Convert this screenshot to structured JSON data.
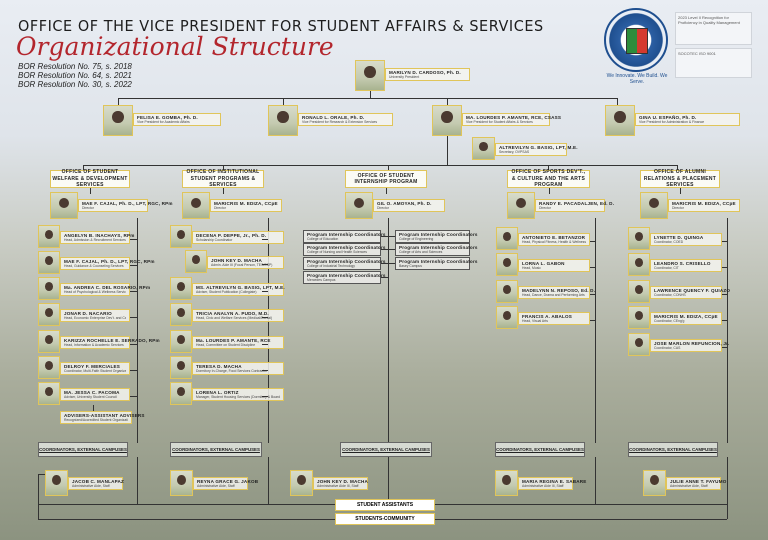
{
  "header": {
    "title": "OFFICE OF THE VICE PRESIDENT FOR STUDENT AFFAIRS & SERVICES",
    "subtitle": "Organizational Structure",
    "resolutions": [
      "BOR Resolution No. 75, s. 2018",
      "BOR Resolution No. 64, s. 2021",
      "BOR Resolution No. 30, s. 2022"
    ],
    "logo_text": "SAMAR STATE UNIVERSITY",
    "tagline": "We Innovate. We Build. We Serve.",
    "cert1": "2023 Level II Recognition for Proficiency in Quality Management",
    "cert2": "SOCOTEC ISO 9001"
  },
  "colors": {
    "accent_gold": "#e0c55a",
    "title_red": "#b3262d"
  },
  "president": {
    "name": "MARILYN D. CARDOSO, Ph. D.",
    "role": "University President"
  },
  "vps": [
    {
      "name": "FELISA E. GOMBA, Ph. D.",
      "role": "Vice President for Academic Affairs"
    },
    {
      "name": "RONALD L. ORALE, Ph. D.",
      "role": "Vice President for Research & Extension Services"
    },
    {
      "name": "MA. LOURDES P. AMANTE, RCE, CSASS",
      "role": "Vice President for Student Affairs & Services"
    },
    {
      "name": "GINA U. ESPAÑO, Ph. D.",
      "role": "Vice President for Administration & Finance"
    }
  ],
  "secretary": {
    "name": "ALTREVILYN G. BASIG, LPT, M.E.",
    "role": "Secretary, OVPSAS"
  },
  "offices": [
    {
      "title": "OFFICE OF STUDENT WELFARE & DEVELOPMENT SERVICES",
      "director": {
        "name": "MAE F. CAJAL, Ph. D., LPT, RGC, RPm",
        "role": "Director"
      },
      "staff": [
        {
          "name": "ANGELYN B. INACHAYS, RPm",
          "role": "Head, Admission & Recruitment Services"
        },
        {
          "name": "MAE F. CAJAL, Ph. D., LPT, RGC, RPm",
          "role": "Head, Guidance & Counseling Services"
        },
        {
          "name": "Ma. ANDREA C. DEL ROSARIO, RPm",
          "role": "Head of Psychological & Wellness Services"
        },
        {
          "name": "JONAR D. NACARIO",
          "role": "Head, Economic Enterprise Dev't. and Career Services"
        },
        {
          "name": "KARIZZA ROCHELLE E. SERRADO, RPm",
          "role": "Head, Information & Academic Services"
        },
        {
          "name": "DELROY F. MERCIALES",
          "role": "Coordinator, Multi-Faith Student Organization & Students with Special Needs and PWDS"
        },
        {
          "name": "MA. JESSA C. PACOMA",
          "role": "Adviser, University Student Council"
        }
      ],
      "advisers": {
        "name": "ADVISERS-ASSISTANT ADVISERS",
        "role": "Recognized/Accredited Student Organizations (Academic, Cultural, & Socio-Community-Oriented Program)"
      }
    },
    {
      "title": "OFFICE OF INSTITUTIONAL STUDENT PROGRAMS & SERVICES",
      "director": {
        "name": "MARICRIS M. EDIZA, CCpE",
        "role": "Director"
      },
      "staff": [
        {
          "name": "DECENA P. DEPPE, Jr., Ph. D.",
          "role": "Scholarship Coordinator"
        },
        {
          "name": "JOHN KEY D. MACHA",
          "role": "Admin. Aide III (Focal Person, TES/CSP)"
        },
        {
          "name": "MS. ALTREVILYN G. BASIG, LPT, M.E.",
          "role": "Adviser, Student Publication (Collegiate)"
        },
        {
          "name": "TRICIA ANALYN A. PUDO, M.D.",
          "role": "Head, Civic and Welfare Services (Medical/Dental)"
        },
        {
          "name": "Ma. LOURDES P. AMANTE, RCE",
          "role": "Head, Committee on Student Discipline"
        },
        {
          "name": "TERESA D. MACHA",
          "role": "Dormitory In-Charge, Food Services Contractor"
        },
        {
          "name": "LORENA L. ORTIZ",
          "role": "Manager, Student Housing Services (Dormitory & Boarding House)"
        }
      ]
    },
    {
      "title": "OFFICE OF STUDENT INTERNSHIP PROGRAM",
      "director": {
        "name": "GIL O. AMOYAN, Ph. D.",
        "role": "Director"
      },
      "coordinators_left": [
        {
          "name": "Program Internship Coordinators",
          "role": "College of Education"
        },
        {
          "name": "Program Internship Coordinators",
          "role": "College of Nursing and Health Sciences"
        },
        {
          "name": "Program Internship Coordinators",
          "role": "College of Industrial Technology"
        },
        {
          "name": "Program Internship Coordinators",
          "role": "Mercedes Campus"
        }
      ],
      "coordinators_right": [
        {
          "name": "Program Internship Coordinators",
          "role": "College of Engineering"
        },
        {
          "name": "Program Internship Coordinators",
          "role": "College of Arts and Sciences"
        },
        {
          "name": "Program Internship Coordinators",
          "role": "Basey Campus"
        }
      ]
    },
    {
      "title": "OFFICE OF SPORTS DEV'T., & CULTURE AND THE ARTS PROGRAM",
      "director": {
        "name": "RANDY E. PACADALJEN, Ed. D.",
        "role": "Director"
      },
      "staff": [
        {
          "name": "ANTONIETO E. BETANZOR",
          "role": "Head, Physical Fitness, Health & Wellness Program"
        },
        {
          "name": "LORNA L. GABON",
          "role": "Head, Music"
        },
        {
          "name": "MADELYNN N. REPOSO, Ed. D.",
          "role": "Head, Dance, Drama and Performing Arts"
        },
        {
          "name": "FRANCIS A. ABALOS",
          "role": "Head, Visual Arts"
        }
      ]
    },
    {
      "title": "OFFICE OF ALUMNI RELATIONS & PLACEMENT SERVICES",
      "director": {
        "name": "MARICRIS M. EDIZA, CCpE",
        "role": "Director"
      },
      "staff": [
        {
          "name": "LYNETTE D. QUINGA",
          "role": "Coordinator, COED"
        },
        {
          "name": "LEANDRO S. CRISELLO",
          "role": "Coordinator, CIT"
        },
        {
          "name": "LAWRENCE QUENCY F. QUIAZO",
          "role": "Coordinator, CONHS"
        },
        {
          "name": "MARICRIS M. EDIZA, CCpE",
          "role": "Coordinator, CEng'g"
        },
        {
          "name": "JOSE MARLON REFUNCION, Jr.",
          "role": "Coordinator, CAS"
        }
      ]
    }
  ],
  "coordinators_label": "COORDINATORS, EXTERNAL CAMPUSES",
  "support_staff": [
    {
      "name": "JACOB C. MANLAPAZ",
      "role": "Administrative Aide, Staff"
    },
    {
      "name": "REYNA GRACE G. JAKOB",
      "role": "Administrative Aide, Staff"
    },
    {
      "name": "JOHN KEY D. MACHA",
      "role": "Administrative Aide III, Staff"
    },
    {
      "name": "MARIA REGINA E. SABARE",
      "role": "Administrative Aide III, Staff"
    },
    {
      "name": "JULIE ANNE T. FAYUMO",
      "role": "Administrative Aide, Staff"
    }
  ],
  "student_assistants": "STUDENT ASSISTANTS",
  "students_community": "STUDENTS-COMMUNITY"
}
